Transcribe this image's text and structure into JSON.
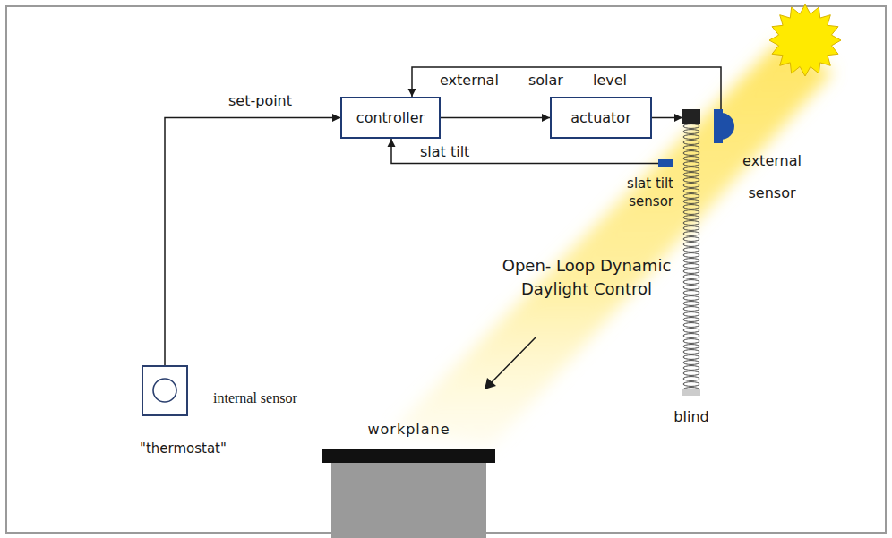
{
  "diagram": {
    "nodes": [
      {
        "text": [
          "controller"
        ]
      },
      {
        "text": [
          "actuator"
        ]
      },
      {
        "text": [
          "blind"
        ]
      },
      {
        "text": [
          "external sensor"
        ]
      },
      {
        "text": [
          "slat tilt sensor"
        ]
      },
      {
        "text": [
          "internal sensor",
          "\"thermostat\""
        ]
      },
      {
        "text": [
          "workplane"
        ]
      }
    ],
    "edges": [
      {
        "from": 5,
        "to": 0,
        "arrow": "to",
        "label": "set-point"
      },
      {
        "from": 3,
        "to": 0,
        "arrow": "to",
        "label": "external solar level"
      },
      {
        "from": 4,
        "to": 0,
        "arrow": "to",
        "label": "slat tilt"
      },
      {
        "from": 0,
        "to": 1,
        "arrow": "to"
      },
      {
        "from": 1,
        "to": 2,
        "arrow": "to"
      }
    ],
    "labels": [
      "Open- Loop Dynamic Daylight Control"
    ]
  }
}
